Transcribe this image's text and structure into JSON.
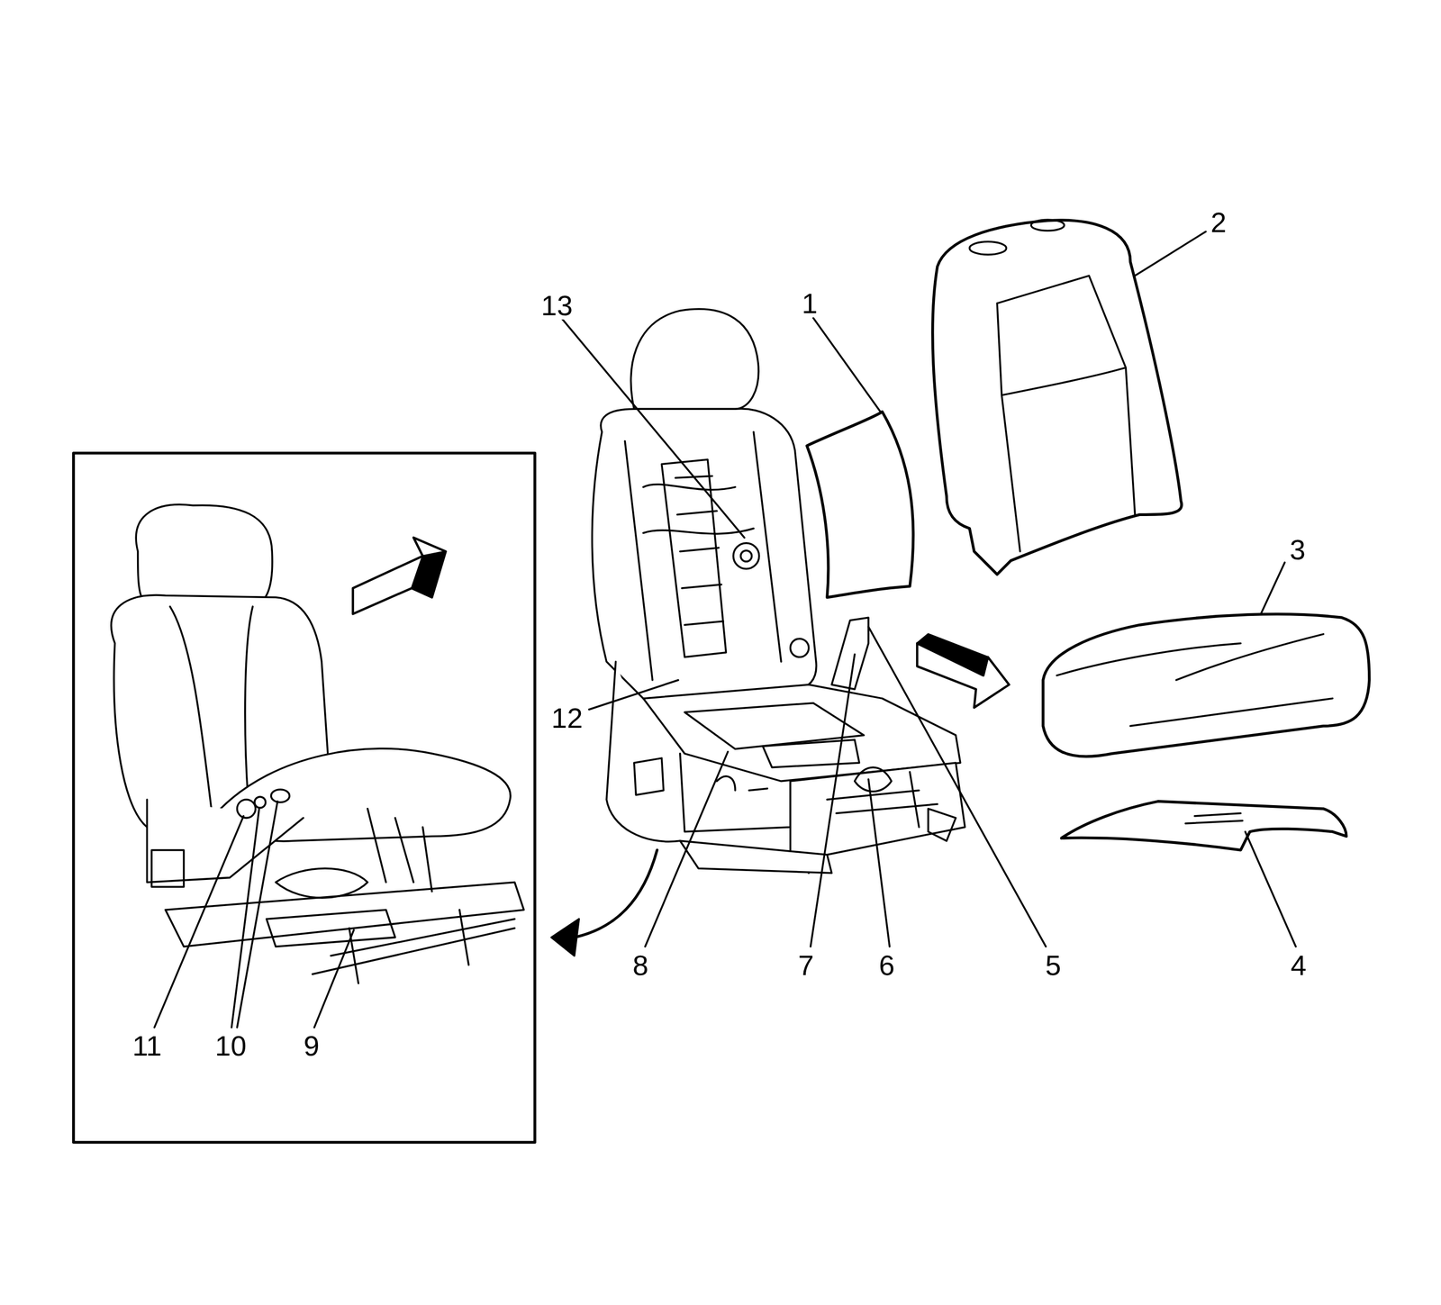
{
  "diagram": {
    "labels": [
      "13",
      "1",
      "2",
      "3",
      "12",
      "8",
      "7",
      "6",
      "5",
      "4",
      "11",
      "10",
      "9"
    ]
  }
}
